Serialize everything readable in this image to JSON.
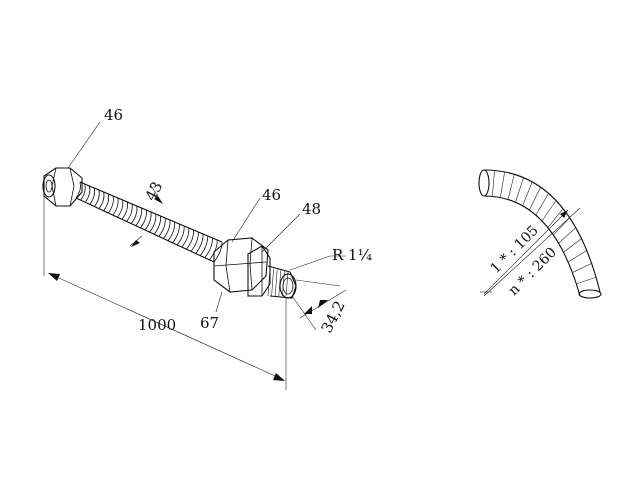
{
  "hose_assembly": {
    "label_nut_left": "46",
    "label_hose_diameter": "43",
    "label_nut_right": "46",
    "label_fitting": "48",
    "label_thread": "R  1¼",
    "label_thread_diameter": "34,2",
    "label_collar": "67",
    "label_length": "1000"
  },
  "bend_detail": {
    "label_min_radius": "1 * : 105",
    "label_dyn_radius": "n * : 260"
  }
}
